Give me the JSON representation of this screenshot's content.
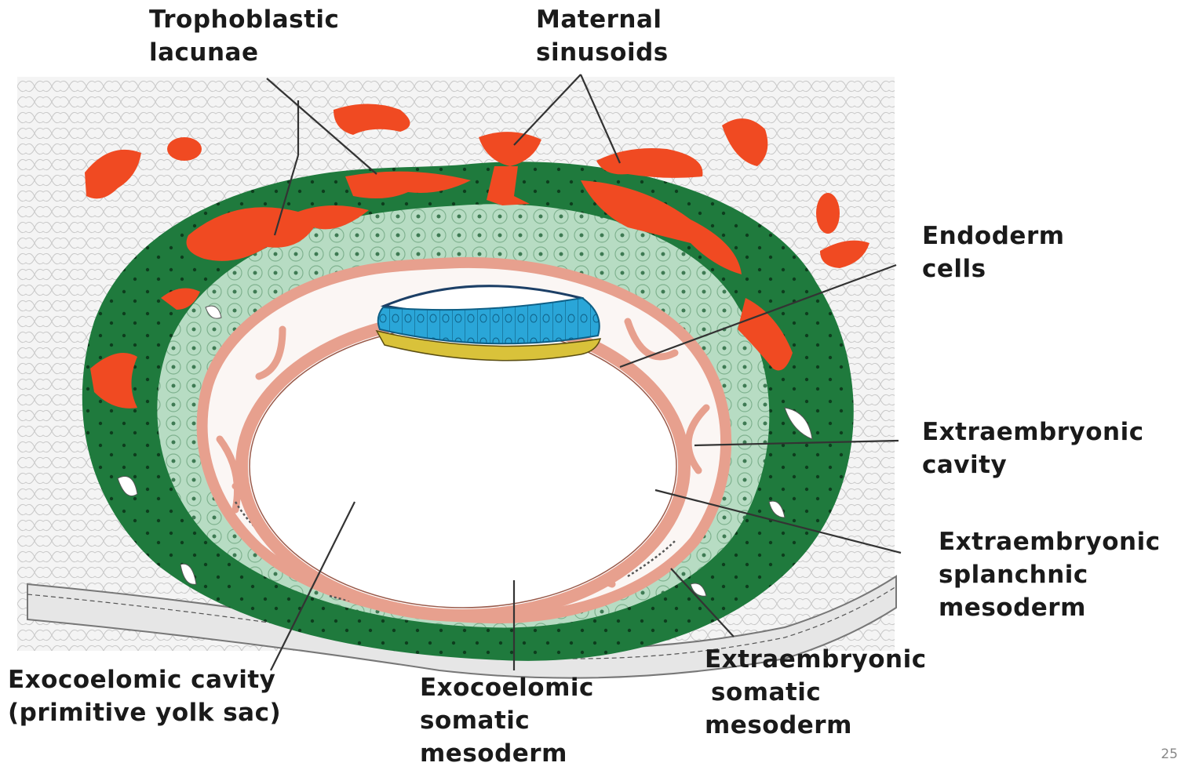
{
  "labels": {
    "trophoblastic_lacunae": [
      "Trophoblastic",
      "lacunae"
    ],
    "maternal_sinusoids": [
      "Maternal",
      "sinusoids"
    ],
    "endoderm_cells": [
      "Endoderm",
      "cells"
    ],
    "extraembryonic_cavity": [
      "Extraembryonic",
      "cavity"
    ],
    "extraembryonic_splanchnic_mesoderm": [
      "Extraembryonic",
      "splanchnic",
      "mesoderm"
    ],
    "extraembryonic_somatic_mesoderm": [
      "Extraembryonic",
      "somatic",
      "mesoderm"
    ],
    "exocoelomic_somatic_mesoderm": [
      "Exocoelomic",
      "somatic",
      "mesoderm"
    ],
    "exocoelomic_cavity": [
      "Exocoelomic cavity",
      "(primitive yolk sac)"
    ]
  },
  "page_number": "25",
  "colors": {
    "syncytiotrophoblast": "#1f7a3d",
    "cytotrophoblast": "#b7dcc3",
    "mesoderm": "#e7a08e",
    "lacunae": "#f04a22",
    "epiblast": "#2aa6d8",
    "hypoblast": "#d9c23a",
    "endometrium": "#f2f2f2",
    "leader_line": "#333333"
  }
}
